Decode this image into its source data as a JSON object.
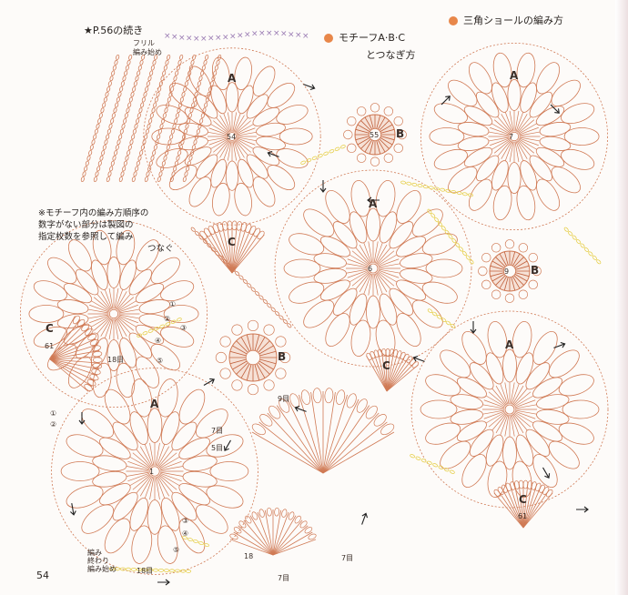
{
  "header": {
    "continued": "★P.56の続き",
    "section_1": "モチーフA·B·C",
    "section_1_sub": "とつなぎ方",
    "section_2": "三角ショールの編み方"
  },
  "note": {
    "line1": "※モチーフ内の編み方順序の",
    "line2": "数字がない部分は製図の",
    "line3": "指定枚数を参照して編み",
    "line4": "つなぐ"
  },
  "frill_label": "フリル",
  "frill_start": "編み始め",
  "end_label_1": "編み",
  "end_label_2": "終わり",
  "start_label": "編み始め",
  "motifs": [
    {
      "letter": "A",
      "number": "54"
    },
    {
      "letter": "B",
      "number": "55"
    },
    {
      "letter": "A",
      "number": "7"
    },
    {
      "letter": "A",
      "number": "6"
    },
    {
      "letter": "B",
      "number": "9"
    },
    {
      "letter": "C",
      "number": ""
    },
    {
      "letter": "B",
      "number": ""
    },
    {
      "letter": "C",
      "number": "61"
    },
    {
      "letter": "A",
      "number": "1"
    },
    {
      "letter": "C",
      "number": ""
    },
    {
      "letter": "A",
      "number": ""
    },
    {
      "letter": "C",
      "number": "61"
    }
  ],
  "row_labels": [
    "18目",
    "7目",
    "5目",
    "9目",
    "7目",
    "18目",
    "7目",
    "18"
  ],
  "step_numbers": [
    "①",
    "②",
    "③",
    "④",
    "⑤",
    "①",
    "②",
    "③",
    "④",
    "⑤"
  ],
  "page_number": "54",
  "colors": {
    "accent": "#e8874a",
    "thread": "#d07a55",
    "join": "#e6cf4a",
    "frill": "#9a7bb3"
  }
}
